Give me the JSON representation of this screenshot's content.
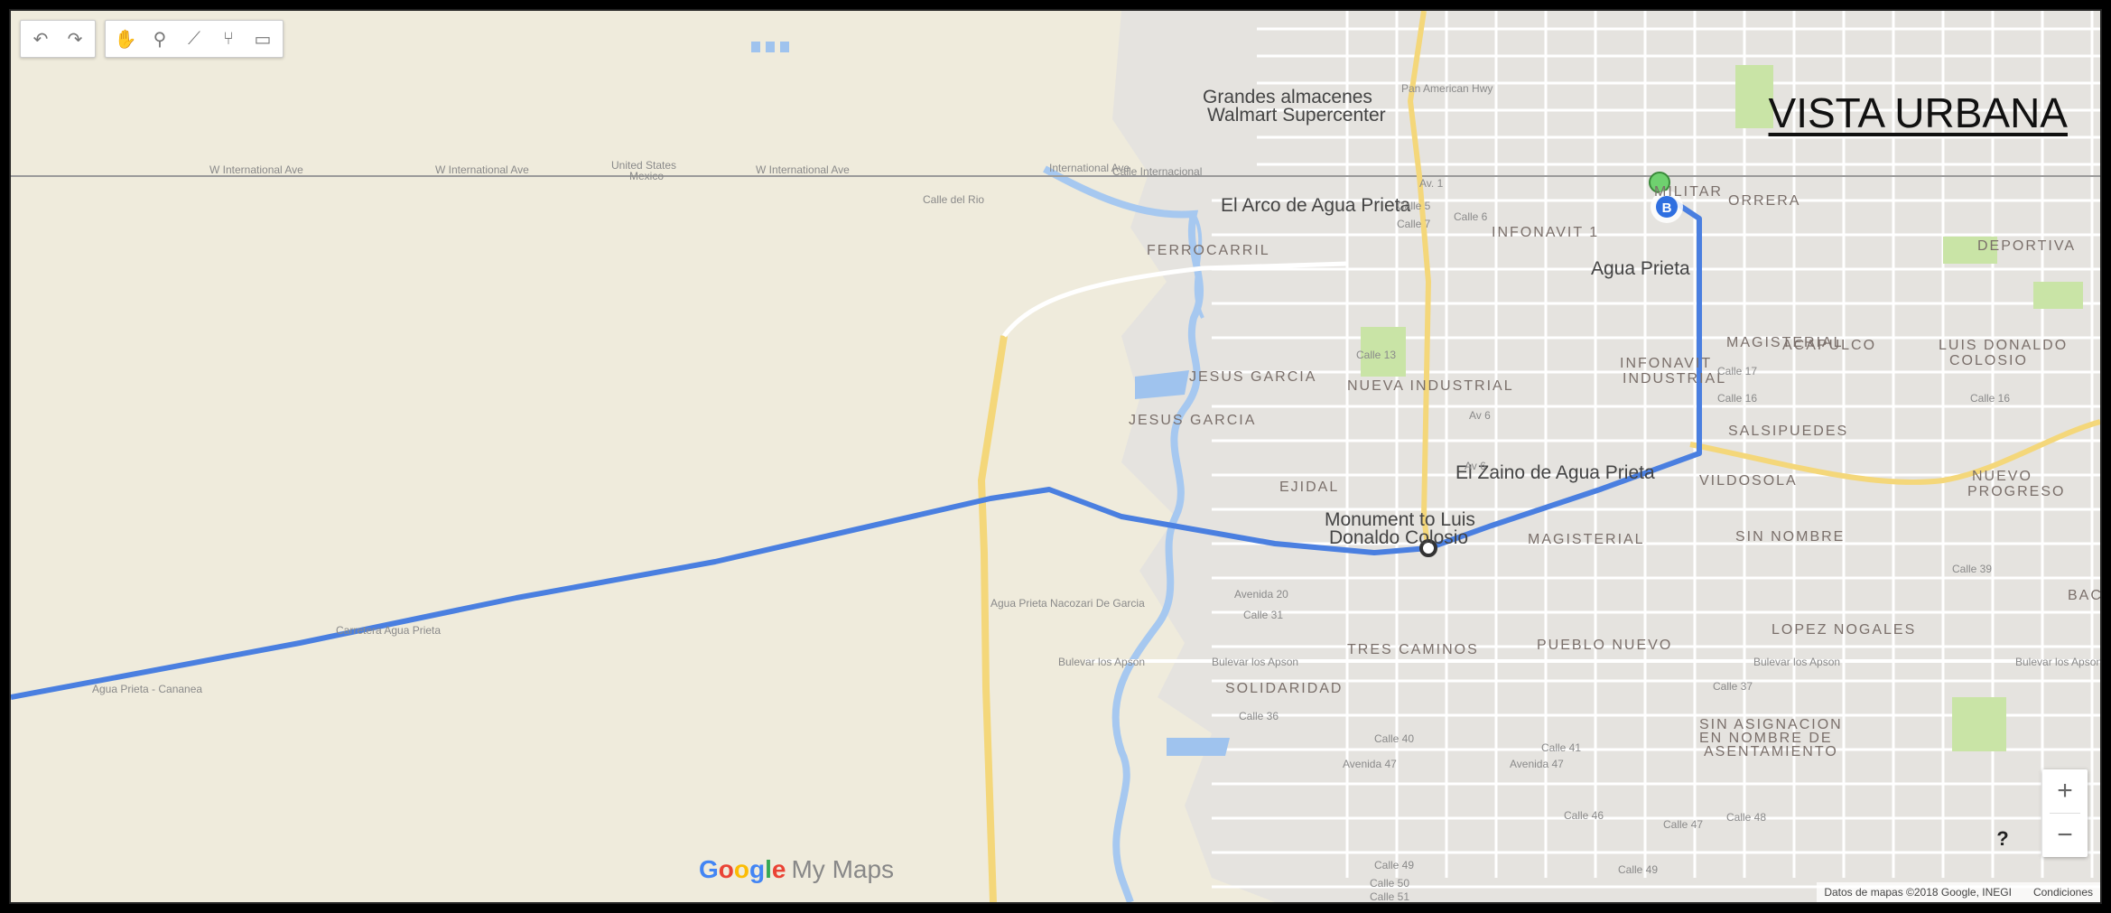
{
  "title": "VISTA URBANA",
  "toolbar": {
    "groups": [
      [
        {
          "icon": "undo-icon",
          "glyph": "↶"
        },
        {
          "icon": "redo-icon",
          "glyph": "↷"
        }
      ],
      [
        {
          "icon": "hand-pan-icon",
          "glyph": "✋"
        },
        {
          "icon": "add-marker-icon",
          "glyph": "⚲"
        },
        {
          "icon": "draw-line-icon",
          "glyph": "⟋"
        },
        {
          "icon": "directions-icon",
          "glyph": "⑂"
        },
        {
          "icon": "measure-ruler-icon",
          "glyph": "▭"
        }
      ]
    ]
  },
  "map": {
    "places": [
      "Grandes almacenes",
      "Walmart Supercenter",
      "El Arco de Agua Prieta",
      "El Zaino de Agua Prieta",
      "Monument to Luis",
      "Donaldo Colosio",
      "Agua Prieta"
    ],
    "neighborhoods": [
      "FERROCARRIL",
      "INFONAVIT 1",
      "JESUS GARCIA",
      "JESUS GARCIA",
      "NUEVA INDUSTRIAL",
      "INFONAVIT",
      "INDUSTRIAL",
      "MAGISTERIAL",
      "ACAPULCO",
      "LUIS DONALDO",
      "COLOSIO",
      "DEPORTIVA",
      "SALSIPUEDES",
      "VILDOSOLA",
      "NUEVO",
      "PROGRESO",
      "EJIDAL",
      "MAGISTERIAL",
      "SIN NOMBRE",
      "TRES CAMINOS",
      "PUEBLO NUEVO",
      "LOPEZ NOGALES",
      "SOLIDARIDAD",
      "SIN ASIGNACION",
      "EN NOMBRE DE",
      "ASENTAMIENTO",
      "ORRERA",
      "BACH",
      "MILITAR"
    ],
    "streets": [
      "W International Ave",
      "W International Ave",
      "United States",
      "Mexico",
      "W International Ave",
      "International Ave",
      "Calle Internacional",
      "Calle del Rio",
      "Bulevar los Apson",
      "Bulevar los Apson",
      "Bulevar los Apson",
      "Bulevar los Apson",
      "Carretera Agua Prieta",
      "Agua Prieta - Cananea",
      "Agua Prieta Nacozari De Garcia",
      "Avenida 20",
      "Calle 31",
      "Calle 36",
      "Calle 40",
      "Calle 41",
      "Avenida 47",
      "Avenida 47",
      "Calle 46",
      "Calle 47",
      "Calle 48",
      "Calle 49",
      "Calle 49",
      "Calle 50",
      "Calle 51",
      "Calle 13",
      "Calle 16",
      "Calle 16",
      "Calle 17",
      "Calle 37",
      "Calle 39",
      "Pan American Hwy",
      "Av. 1",
      "Av 6",
      "Av 6",
      "Calle 5",
      "Calle 7",
      "Calle 6"
    ],
    "route_marker": "B",
    "route_color": "#4a7fe0",
    "river_color": "#a6c8f0",
    "water_color": "#9fc3ee",
    "park_color": "#c9e4a6",
    "urban_color": "#e5e3df",
    "land_color": "#efebdc",
    "highway_color": "#f4d77a"
  },
  "logo": {
    "google": "Google",
    "product": "My Maps"
  },
  "help_label": "?",
  "zoom": {
    "in": "+",
    "out": "−"
  },
  "attribution": {
    "data": "Datos de mapas ©2018 Google, INEGI",
    "terms": "Condiciones"
  }
}
